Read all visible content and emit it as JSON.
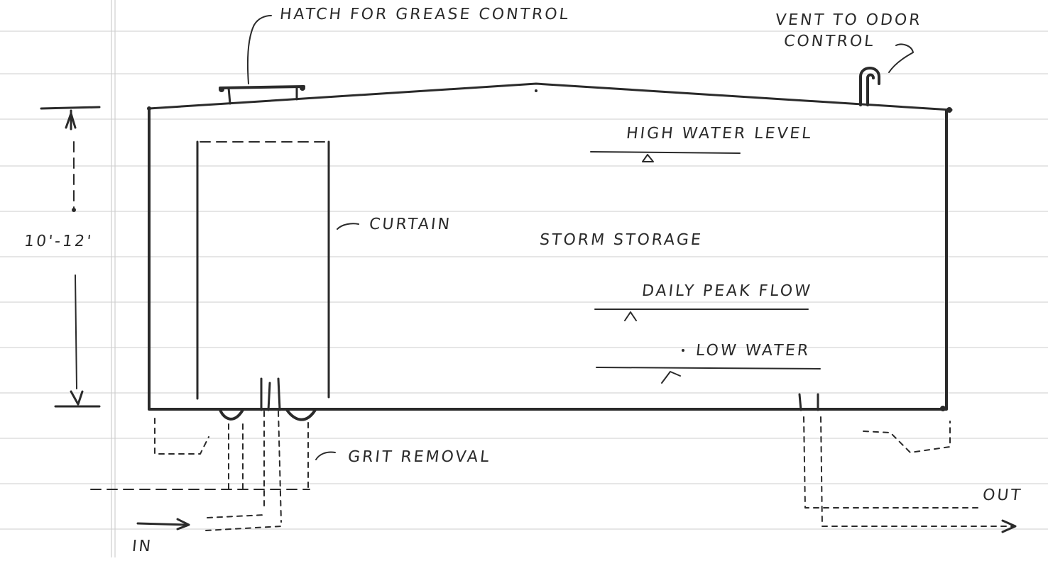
{
  "labels": {
    "hatch": "HATCH FOR GREASE CONTROL",
    "vent_line1": "VENT TO ODOR",
    "vent_line2": "CONTROL",
    "high_water": "HIGH WATER LEVEL",
    "curtain": "CURTAIN",
    "storm_storage": "STORM STORAGE",
    "daily_peak": "DAILY PEAK FLOW",
    "low_water": "LOW WATER",
    "grit_removal": "GRIT REMOVAL",
    "height": "10'-12'",
    "inlet": "IN",
    "outlet": "OUT"
  }
}
